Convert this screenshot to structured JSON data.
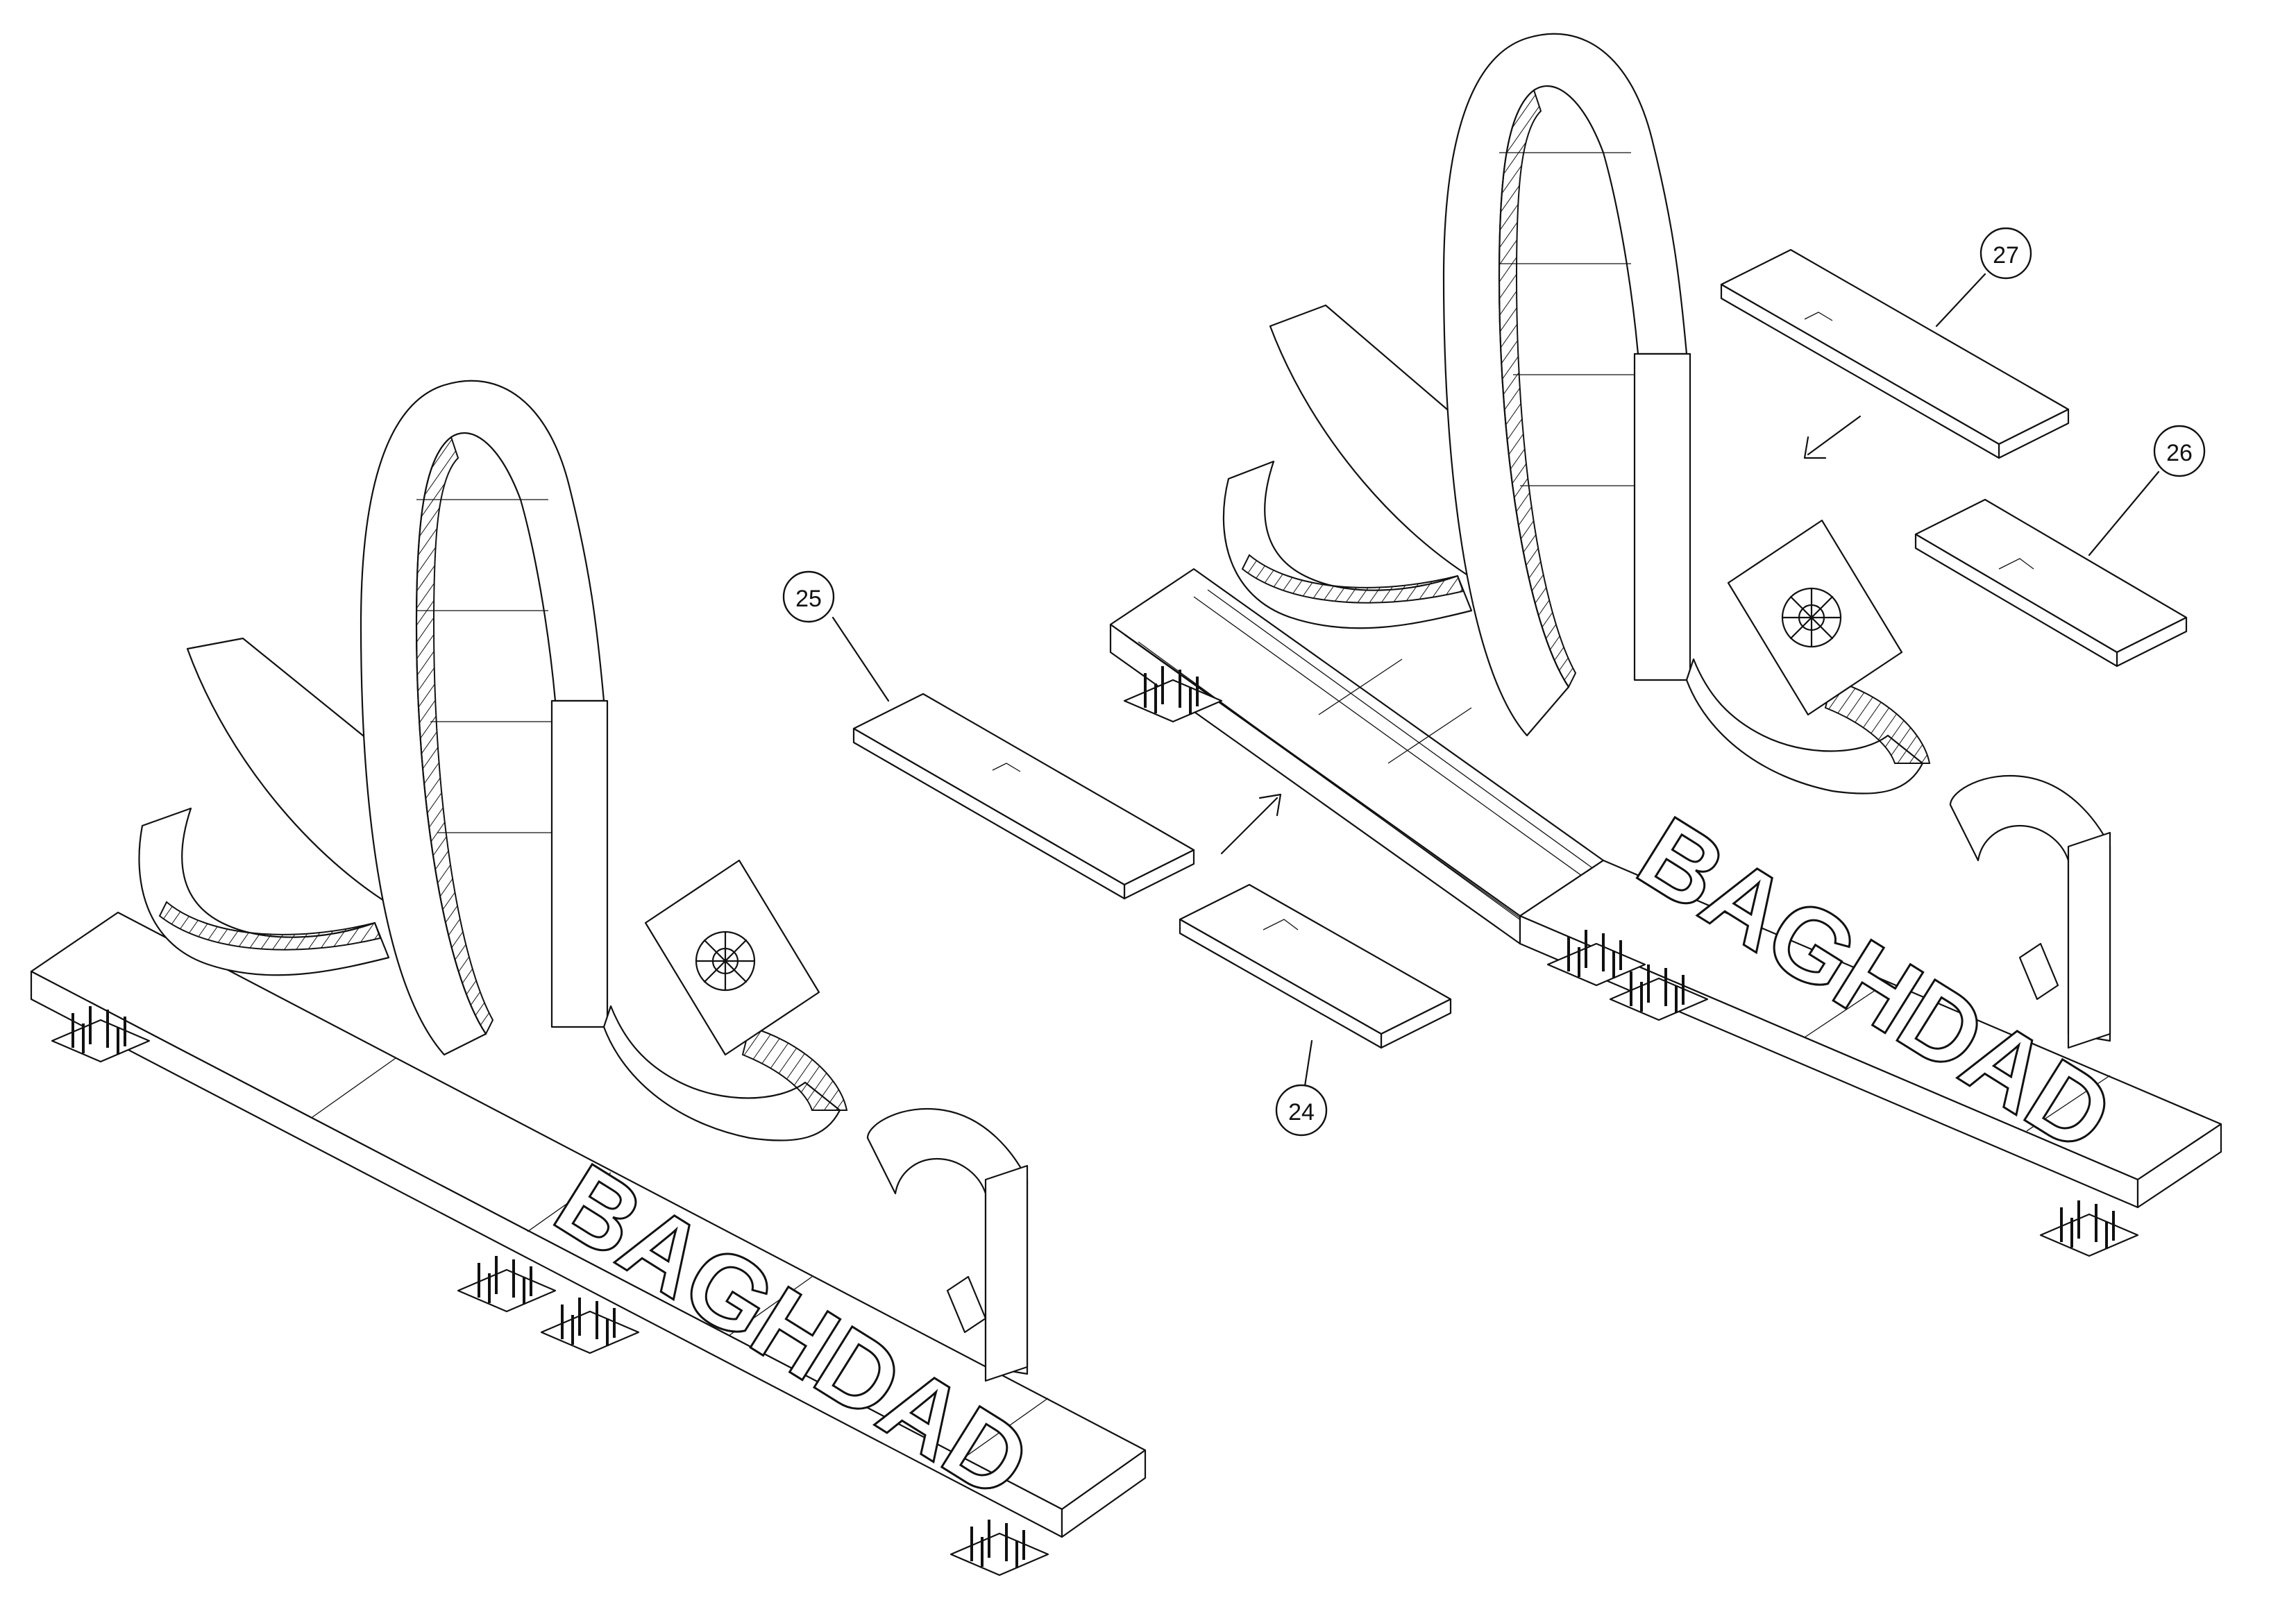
{
  "drawing": {
    "left_view": {
      "sign_text": "BAGHDAD"
    },
    "right_view": {
      "sign_text": "BAGHDAD"
    },
    "callouts": [
      {
        "id": "c24",
        "label": "24"
      },
      {
        "id": "c25",
        "label": "25"
      },
      {
        "id": "c26",
        "label": "26"
      },
      {
        "id": "c27",
        "label": "27"
      }
    ]
  }
}
